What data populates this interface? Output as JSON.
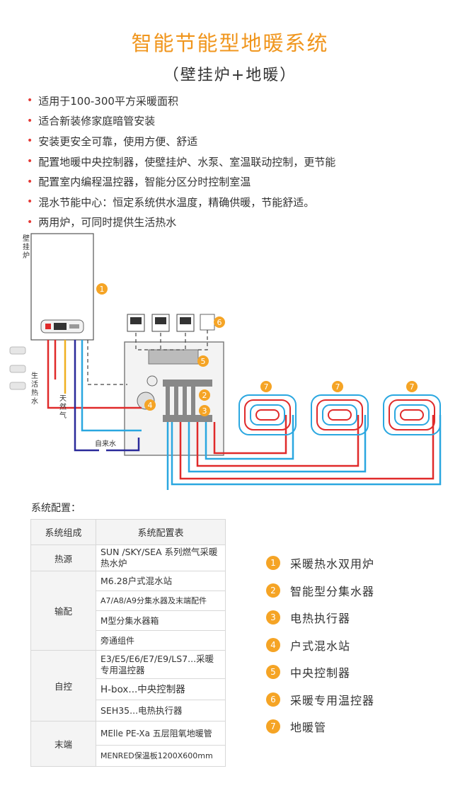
{
  "title": "智能节能型地暖系统",
  "subtitle": "（壁挂炉+地暖）",
  "features": [
    "适用于100-300平方采暖面积",
    "适合新装修家庭暗管安装",
    "安装更安全可靠，使用方便、舒适",
    "配置地暖中央控制器，使壁挂炉、水泵、室温联动控制，更节能",
    "配置室内编程温控器，智能分区分时控制室温",
    "混水节能中心：恒定系统供水温度，精确供暖，节能舒适。",
    "两用炉，可同时提供生活热水"
  ],
  "diagram": {
    "boiler_label": "壁挂炉",
    "hot_water_label": "生活热水",
    "gas_label": "天然气",
    "tap_water_label": "自来水",
    "markers": [
      "1",
      "2",
      "3",
      "4",
      "5",
      "6",
      "7"
    ]
  },
  "config": {
    "heading": "系统配置：",
    "col1": "系统组成",
    "col2": "系统配置表",
    "groups": [
      {
        "name": "热源",
        "items": [
          "SUN /SKY/SEA 系列燃气采暖热水炉"
        ]
      },
      {
        "name": "输配",
        "items": [
          "M6.28户式混水站",
          "A7/A8/A9分集水器及末端配件",
          "M型分集水器箱",
          "旁通组件"
        ]
      },
      {
        "name": "自控",
        "items": [
          "E3/E5/E6/E7/E9/LS7...采暖专用温控器",
          "H-box...中央控制器",
          "SEH35...电热执行器"
        ]
      },
      {
        "name": "末端",
        "items": [
          "MElle PE-Xa 五层阻氧地暖管",
          "MENRED保温板1200X600mm"
        ]
      }
    ]
  },
  "legend": [
    {
      "num": "1",
      "label": "采暖热水双用炉"
    },
    {
      "num": "2",
      "label": "智能型分集水器"
    },
    {
      "num": "3",
      "label": "电热执行器"
    },
    {
      "num": "4",
      "label": "户式混水站"
    },
    {
      "num": "5",
      "label": "中央控制器"
    },
    {
      "num": "6",
      "label": "采暖专用温控器"
    },
    {
      "num": "7",
      "label": "地暖管"
    }
  ],
  "colors": {
    "title": "#f0961e",
    "hot_pipe": "#e02a2a",
    "cold_pipe": "#2aa7e0",
    "gas_pipe": "#f0b020",
    "water_pipe": "#2a2a9a",
    "marker": "#f5a425"
  }
}
